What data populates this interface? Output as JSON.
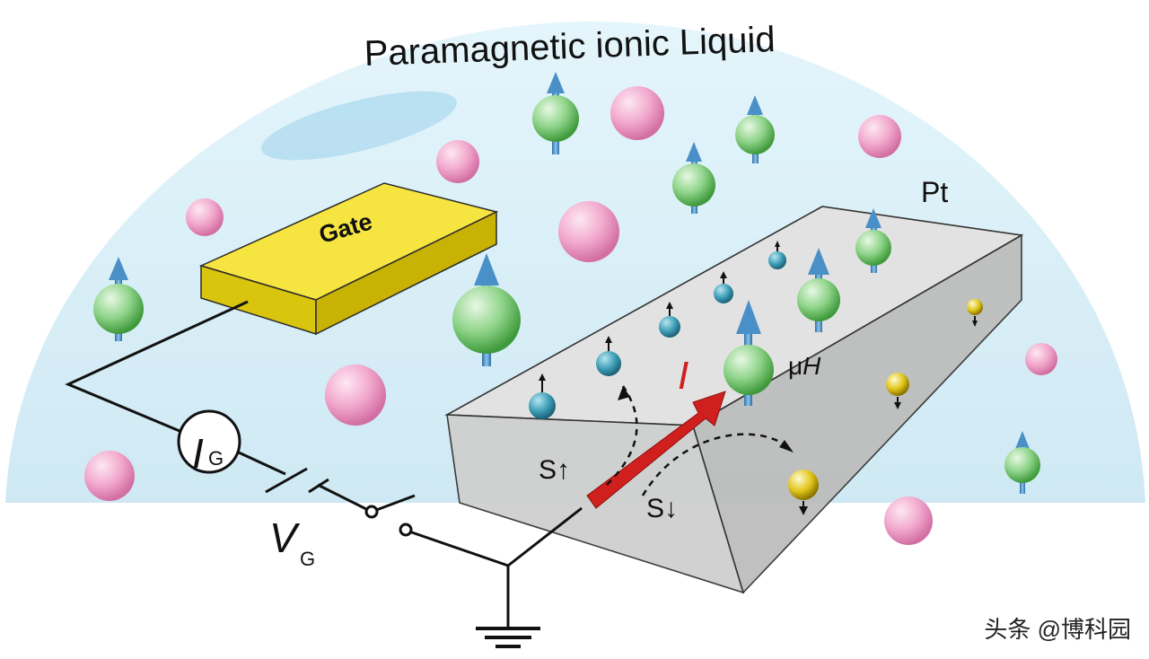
{
  "title": "Paramagnetic ionic Liquid",
  "labels": {
    "gate": "Gate",
    "pt": "Pt",
    "muh_prefix": "μ",
    "muh_var": "H",
    "current": "I",
    "spin_up": "S↑",
    "spin_down": "S↓",
    "ig_main": "I",
    "ig_sub": "G",
    "vg_main": "V",
    "vg_sub": "G"
  },
  "watermark": "头条 @博科园",
  "colors": {
    "liquid": "#daf0f8",
    "gate": "#f4e11c",
    "pt": "#dcdcdc",
    "current_arrow": "#d0201e",
    "spin_arrow": "#4a90c8",
    "green_ion": "#7fcf7f",
    "pink_ion": "#f0a8cc",
    "teal_spin": "#2f8da8",
    "yellow_spin": "#d6bc10"
  }
}
